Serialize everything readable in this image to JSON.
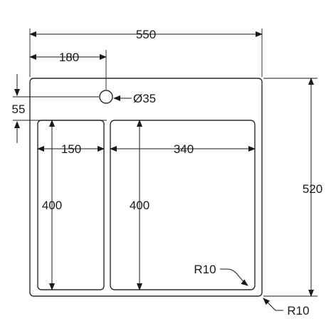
{
  "drawing": {
    "overall_width": "550",
    "hole_offset_x": "180",
    "hole_diameter": "Ø35",
    "hole_offset_y": "55",
    "left_bowl_width": "150",
    "right_bowl_width": "340",
    "left_bowl_depth": "400",
    "right_bowl_depth": "400",
    "overall_depth": "520",
    "inner_corner_radius": "R10",
    "outer_corner_radius": "R10"
  },
  "colors": {
    "line": "#1a1a1a",
    "background": "#ffffff"
  }
}
